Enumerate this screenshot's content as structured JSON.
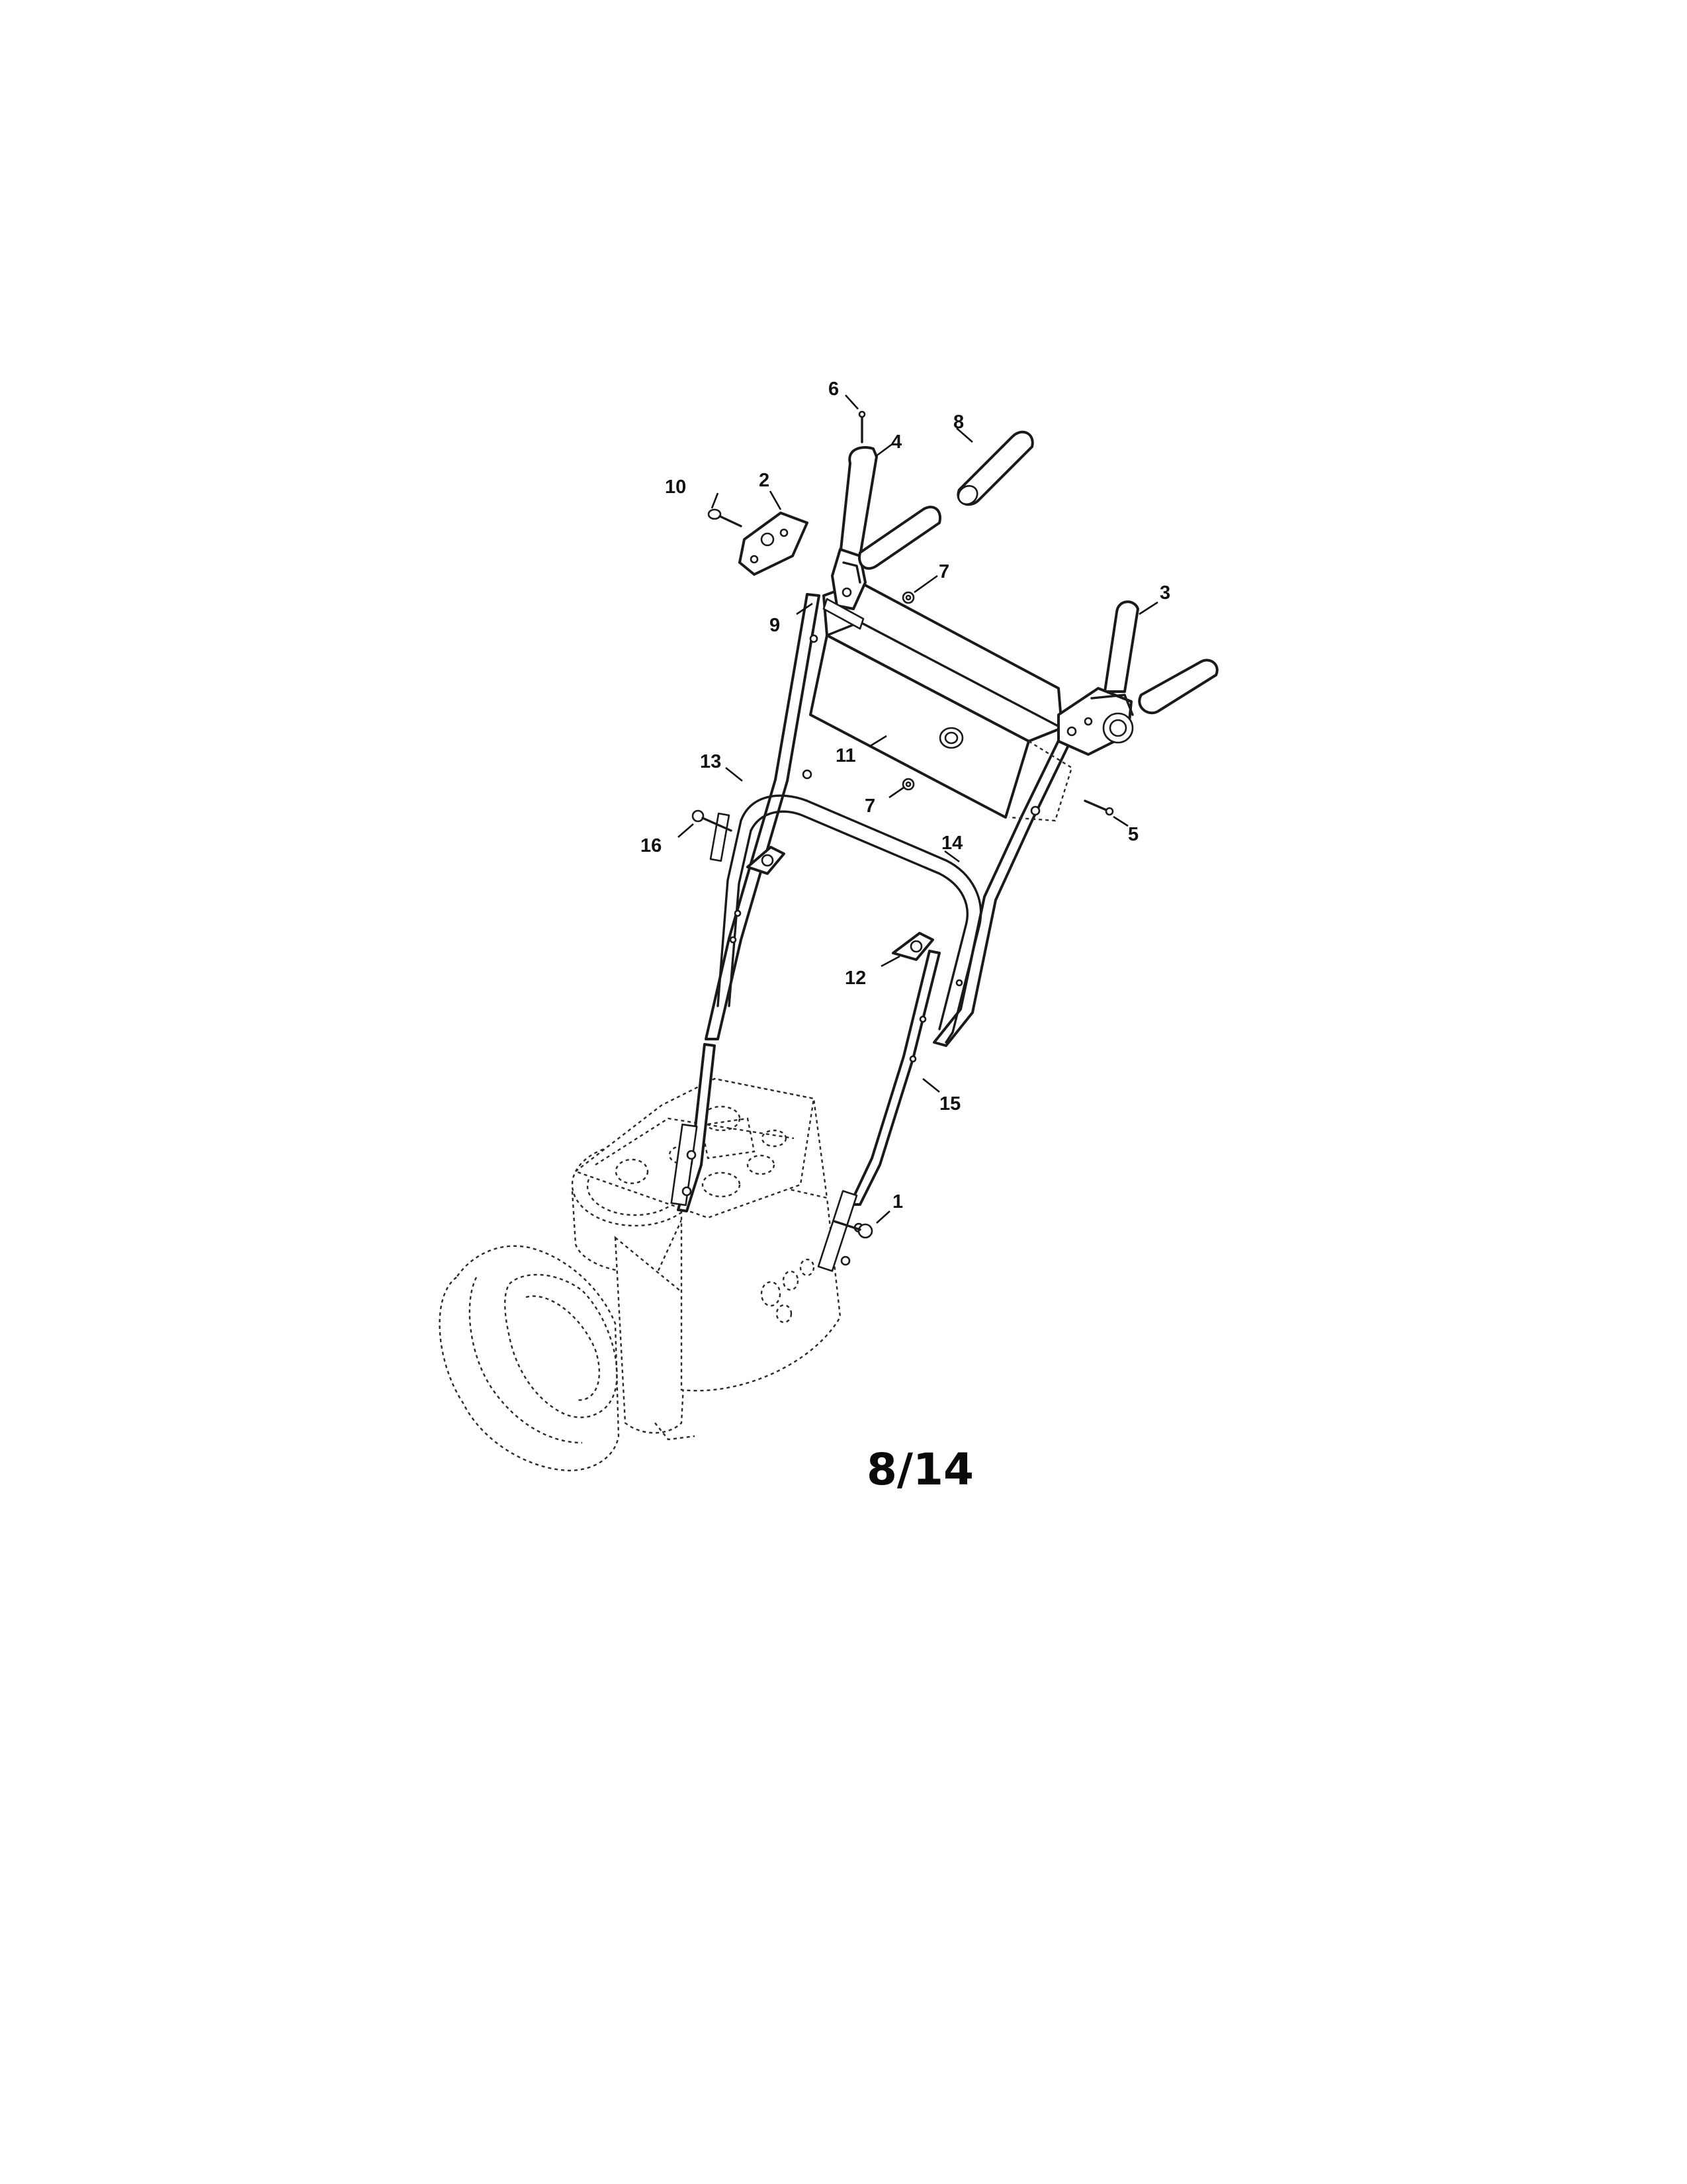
{
  "diagram": {
    "page_number": "8/14",
    "callouts": [
      {
        "id": "callout-1",
        "label": "1"
      },
      {
        "id": "callout-2",
        "label": "2"
      },
      {
        "id": "callout-3",
        "label": "3"
      },
      {
        "id": "callout-4",
        "label": "4"
      },
      {
        "id": "callout-5",
        "label": "5"
      },
      {
        "id": "callout-6",
        "label": "6"
      },
      {
        "id": "callout-7a",
        "label": "7"
      },
      {
        "id": "callout-7b",
        "label": "7"
      },
      {
        "id": "callout-8",
        "label": "8"
      },
      {
        "id": "callout-9",
        "label": "9"
      },
      {
        "id": "callout-10",
        "label": "10"
      },
      {
        "id": "callout-11",
        "label": "11"
      },
      {
        "id": "callout-12",
        "label": "12"
      },
      {
        "id": "callout-13",
        "label": "13"
      },
      {
        "id": "callout-14",
        "label": "14"
      },
      {
        "id": "callout-15",
        "label": "15"
      },
      {
        "id": "callout-16",
        "label": "16"
      }
    ]
  }
}
